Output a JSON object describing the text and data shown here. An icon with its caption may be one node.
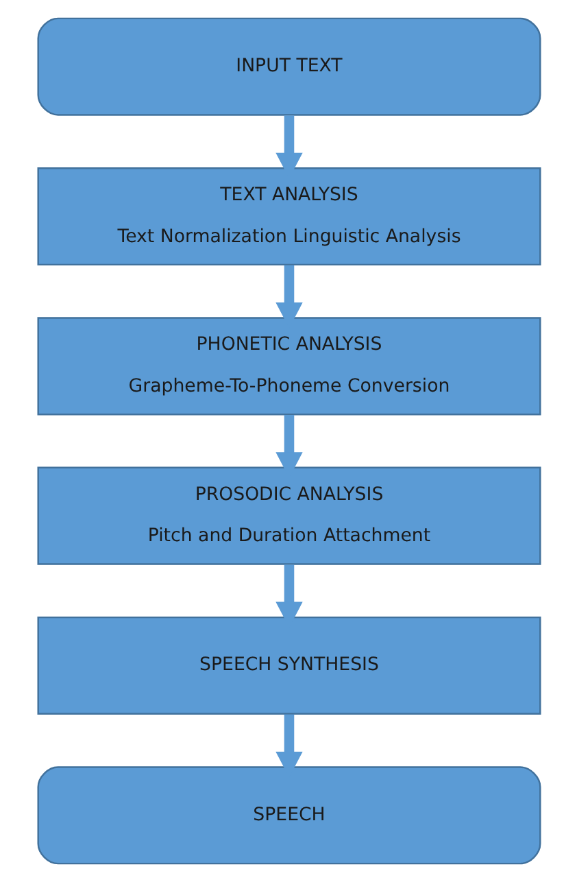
{
  "diagram": {
    "nodes": [
      {
        "text": [
          "INPUT TEXT"
        ]
      },
      {
        "text": [
          "TEXT ANALYSIS",
          "Text Normalization Linguistic Analysis"
        ]
      },
      {
        "text": [
          "PHONETIC ANALYSIS",
          "Grapheme-To-Phoneme Conversion"
        ]
      },
      {
        "text": [
          "PROSODIC ANALYSIS",
          "Pitch and Duration Attachment"
        ]
      },
      {
        "text": [
          "SPEECH SYNTHESIS"
        ]
      },
      {
        "text": [
          "SPEECH"
        ]
      }
    ],
    "edges": [
      {
        "from": 0,
        "to": 1,
        "arrow": "to"
      },
      {
        "from": 1,
        "to": 2,
        "arrow": "to"
      },
      {
        "from": 2,
        "to": 3,
        "arrow": "to"
      },
      {
        "from": 3,
        "to": 4,
        "arrow": "to"
      },
      {
        "from": 4,
        "to": 5,
        "arrow": "to"
      }
    ]
  }
}
